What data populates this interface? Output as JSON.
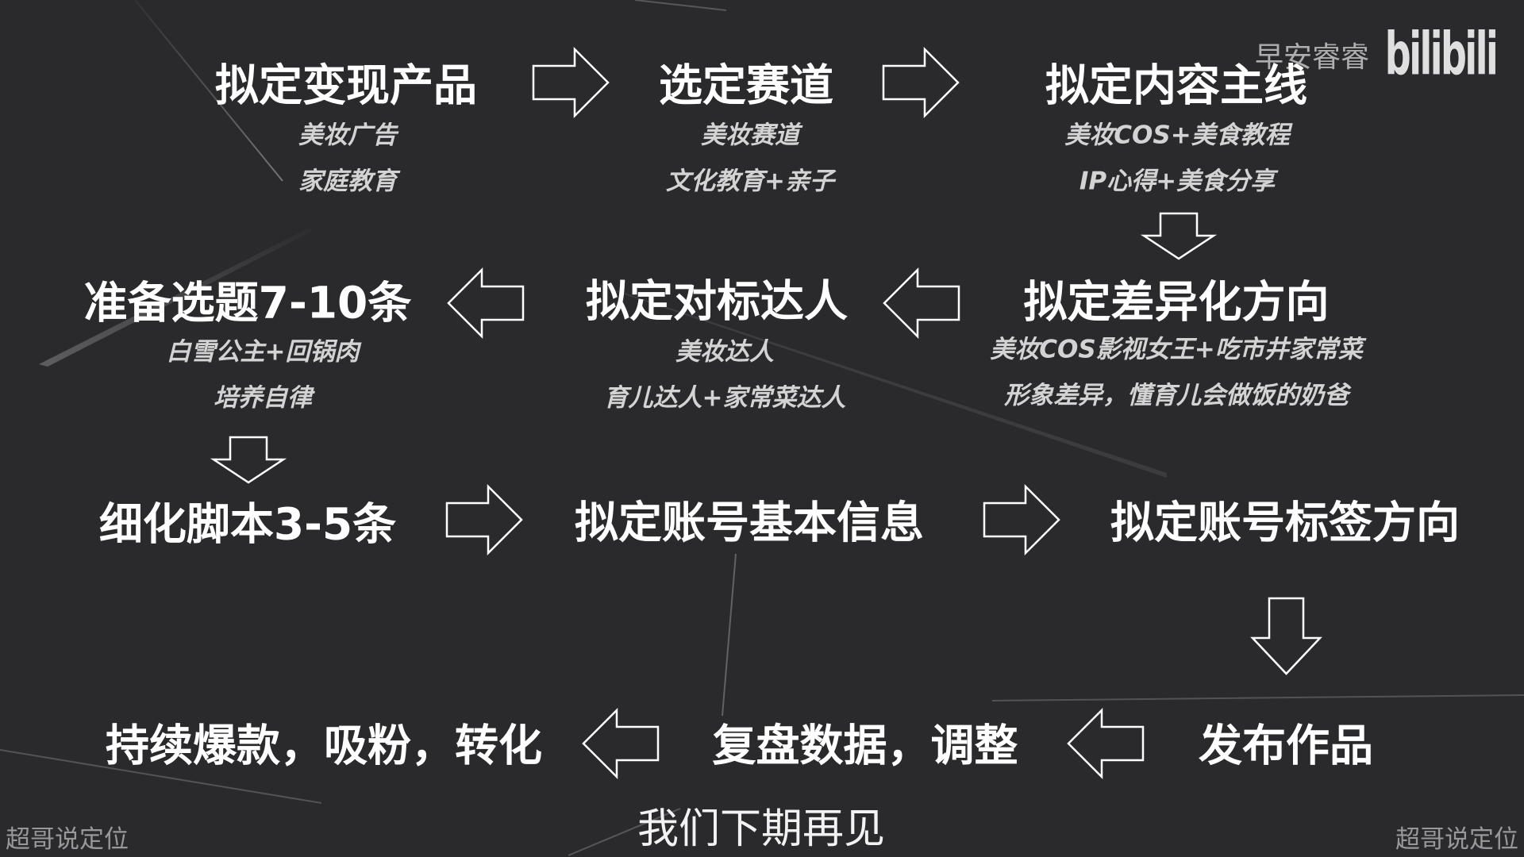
{
  "theme": {
    "background": "#2a2a2d",
    "title_color": "#ffffff",
    "note_color": "#d3d3d3",
    "arrow_color": "#ffffff"
  },
  "watermark": {
    "channel_name": "早安睿睿",
    "logo_text": "bilibili",
    "corner_left": "超哥说定位",
    "corner_right": "超哥说定位"
  },
  "steps": [
    {
      "title": "拟定变现产品",
      "notes": [
        "美妆广告",
        "家庭教育"
      ]
    },
    {
      "title": "选定赛道",
      "notes": [
        "美妆赛道",
        "文化教育+亲子"
      ]
    },
    {
      "title": "拟定内容主线",
      "notes": [
        "美妆COS+美食教程",
        "IP心得+美食分享"
      ]
    },
    {
      "title": "拟定差异化方向",
      "notes": [
        "美妆COS影视女王+吃市井家常菜",
        "形象差异，懂育儿会做饭的奶爸"
      ]
    },
    {
      "title": "拟定对标达人",
      "notes": [
        "美妆达人",
        "育儿达人+家常菜达人"
      ]
    },
    {
      "title": "准备选题7-10条",
      "notes": [
        "白雪公主+回锅肉",
        "培养自律"
      ]
    },
    {
      "title": "细化脚本3-5条",
      "notes": []
    },
    {
      "title": "拟定账号基本信息",
      "notes": []
    },
    {
      "title": "拟定账号标签方向",
      "notes": []
    },
    {
      "title": "发布作品",
      "notes": []
    },
    {
      "title": "复盘数据，调整",
      "notes": []
    },
    {
      "title": "持续爆款，吸粉，转化",
      "notes": []
    }
  ],
  "connectors": [
    {
      "from": 0,
      "to": 1,
      "icon": "arrow-right-icon"
    },
    {
      "from": 1,
      "to": 2,
      "icon": "arrow-right-icon"
    },
    {
      "from": 2,
      "to": 3,
      "icon": "arrow-down-icon"
    },
    {
      "from": 3,
      "to": 4,
      "icon": "arrow-left-icon"
    },
    {
      "from": 4,
      "to": 5,
      "icon": "arrow-left-icon"
    },
    {
      "from": 5,
      "to": 6,
      "icon": "arrow-down-icon"
    },
    {
      "from": 6,
      "to": 7,
      "icon": "arrow-right-icon"
    },
    {
      "from": 7,
      "to": 8,
      "icon": "arrow-right-icon"
    },
    {
      "from": 8,
      "to": 9,
      "icon": "arrow-down-icon"
    },
    {
      "from": 9,
      "to": 10,
      "icon": "arrow-left-icon"
    },
    {
      "from": 10,
      "to": 11,
      "icon": "arrow-left-icon"
    }
  ],
  "caption": "我们下期再见"
}
